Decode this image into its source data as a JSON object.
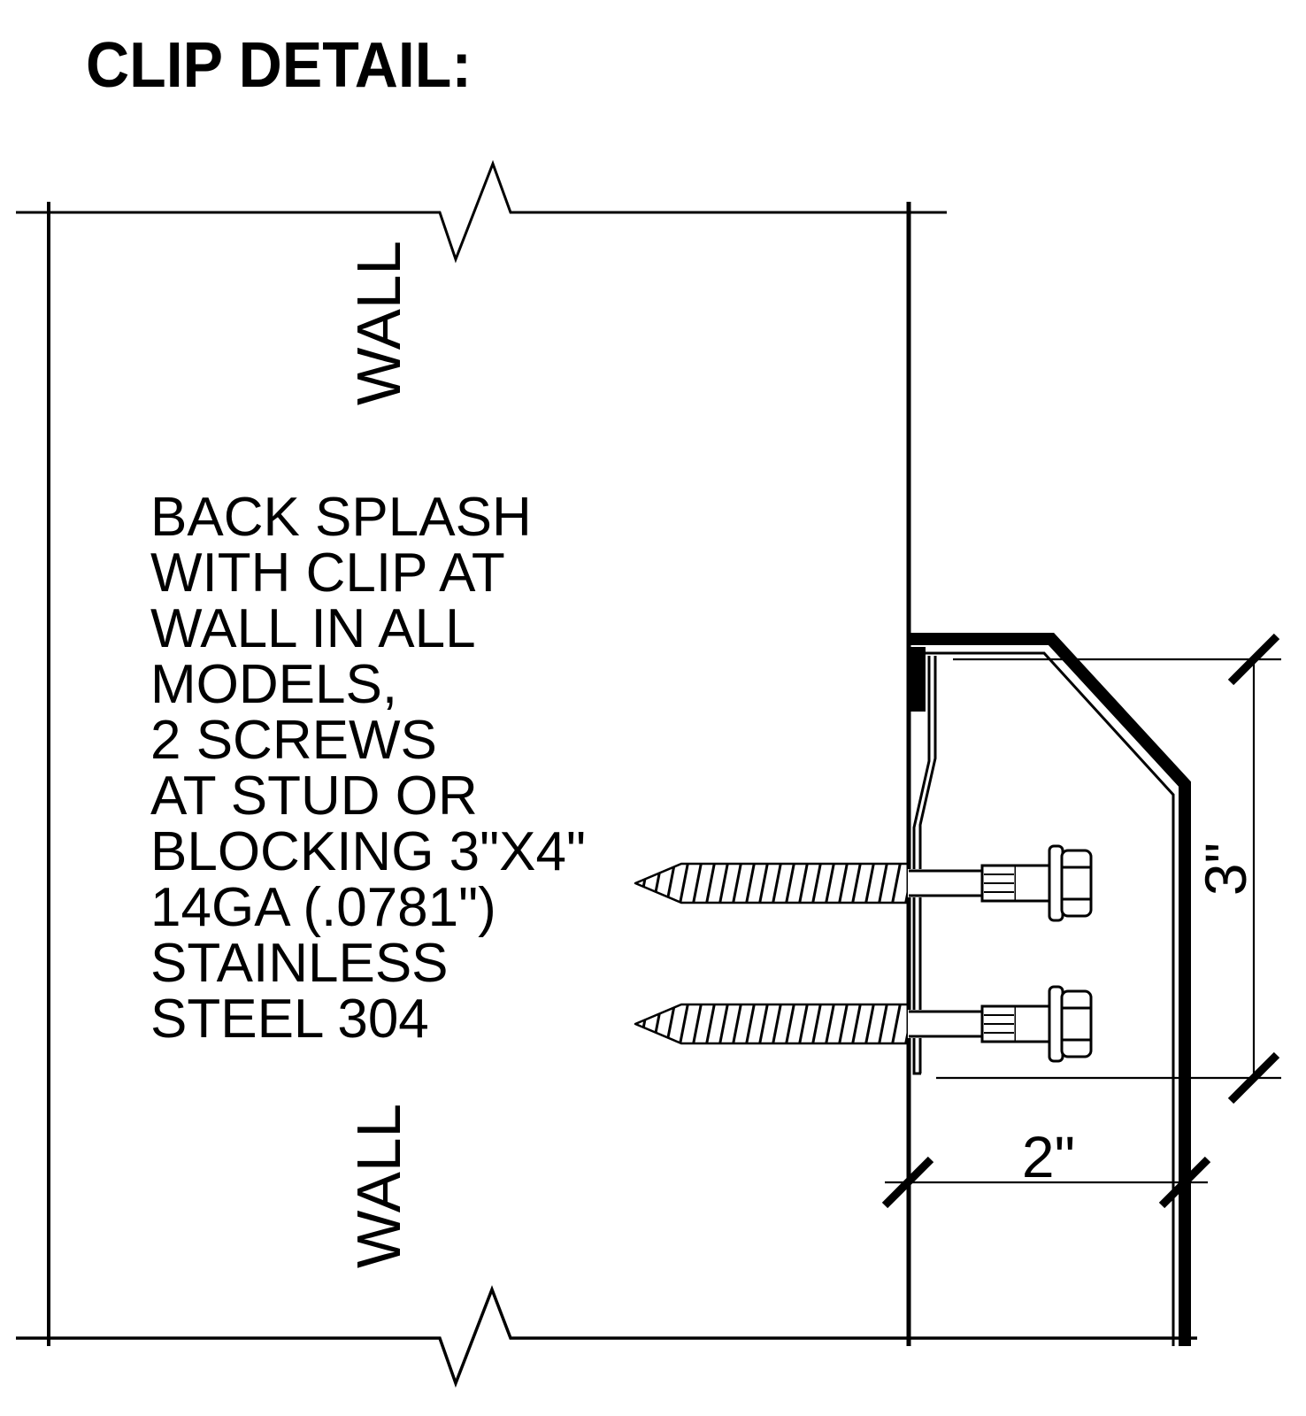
{
  "title": "CLIP DETAIL:",
  "wall_label_top": "WALL",
  "wall_label_bottom": "WALL",
  "note_lines": [
    "BACK SPLASH",
    "WITH CLIP AT",
    "WALL IN ALL",
    "MODELS,",
    "2 SCREWS",
    "AT STUD OR",
    "BLOCKING 3\"X4\"",
    "14GA (.0781\")",
    "STAINLESS",
    "STEEL 304"
  ],
  "dimensions": {
    "clip_height": "3\"",
    "clip_depth": "2\""
  },
  "colors": {
    "ink": "#000000",
    "background": "#ffffff"
  }
}
